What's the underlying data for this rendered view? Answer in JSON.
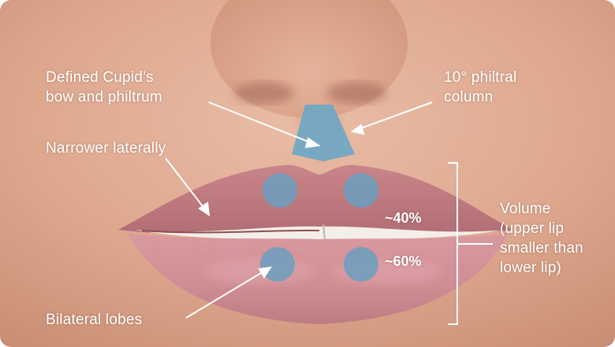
{
  "labels": {
    "cupids_bow_line1": "Defined Cupid’s",
    "cupids_bow_line2": "bow and philtrum",
    "philtral_line1": "10° philtral",
    "philtral_line2": "column",
    "narrower": "Narrower laterally",
    "volume_line1": "Volume",
    "volume_line2": "(upper lip",
    "volume_line3": "smaller than",
    "volume_line4": "lower lip)",
    "bilateral": "Bilateral lobes",
    "upper_pct": "~40%",
    "lower_pct": "~60%"
  },
  "colors": {
    "philtrum_marker": "#6fa7c4",
    "lobe_marker": "#6a9fc0",
    "annotation": "#ffffff"
  }
}
